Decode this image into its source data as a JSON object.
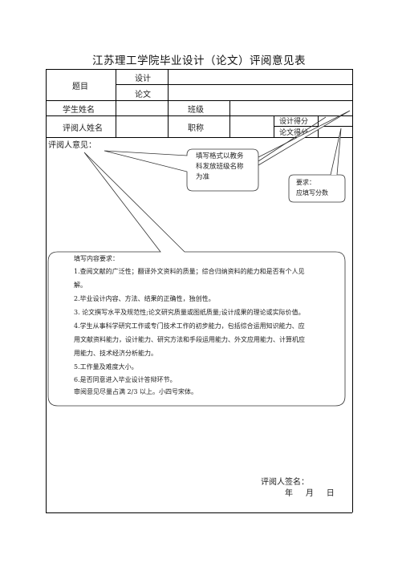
{
  "document": {
    "title": "江苏理工学院毕业设计（论文）评阅意见表"
  },
  "table": {
    "topic_label": "题目",
    "design_label": "设计",
    "thesis_label": "论文",
    "student_name_label": "学生姓名",
    "class_label": "班级",
    "reviewer_name_label": "评阅人姓名",
    "job_title_label": "职称",
    "design_score_label": "设计得分",
    "thesis_score_label": "论文得分",
    "opinion_label": "评阅人意见："
  },
  "callouts": {
    "format_note_lines": [
      "填写格式以教务",
      "科发放班级名称",
      "为准"
    ],
    "score_note_lines": [
      "要求：",
      "应填写分数"
    ]
  },
  "requirements": {
    "heading": "填写内容要求：",
    "lines": [
      "1.查阅文献的广泛性；翻译外文资料的质量；综合归纳资料的能力和是否有个人见",
      "解。",
      "2.毕业设计内容、方法、结果的正确性，独创性。",
      "3.  论文撰写水平及规范性;论文研究质量或图纸质量;设计成果的理论或实际价值。",
      "4.学生从事科学研究工作或专门技术工作的初步能力，包括综合运用知识能力、应",
      "用文献资料能力，设计能力、研究方法和手段运用能力、外文应用能力、计算机应",
      "用能力、技术经济分析能力。",
      "5.工作量及难度大小。",
      "6.是否同意进入毕业设计答辩环节。",
      "    审阅意见尽量占满 2/3 以上。小四号宋体。"
    ]
  },
  "signature": {
    "label": "评阅人签名：",
    "date_line": "年     月     日"
  }
}
